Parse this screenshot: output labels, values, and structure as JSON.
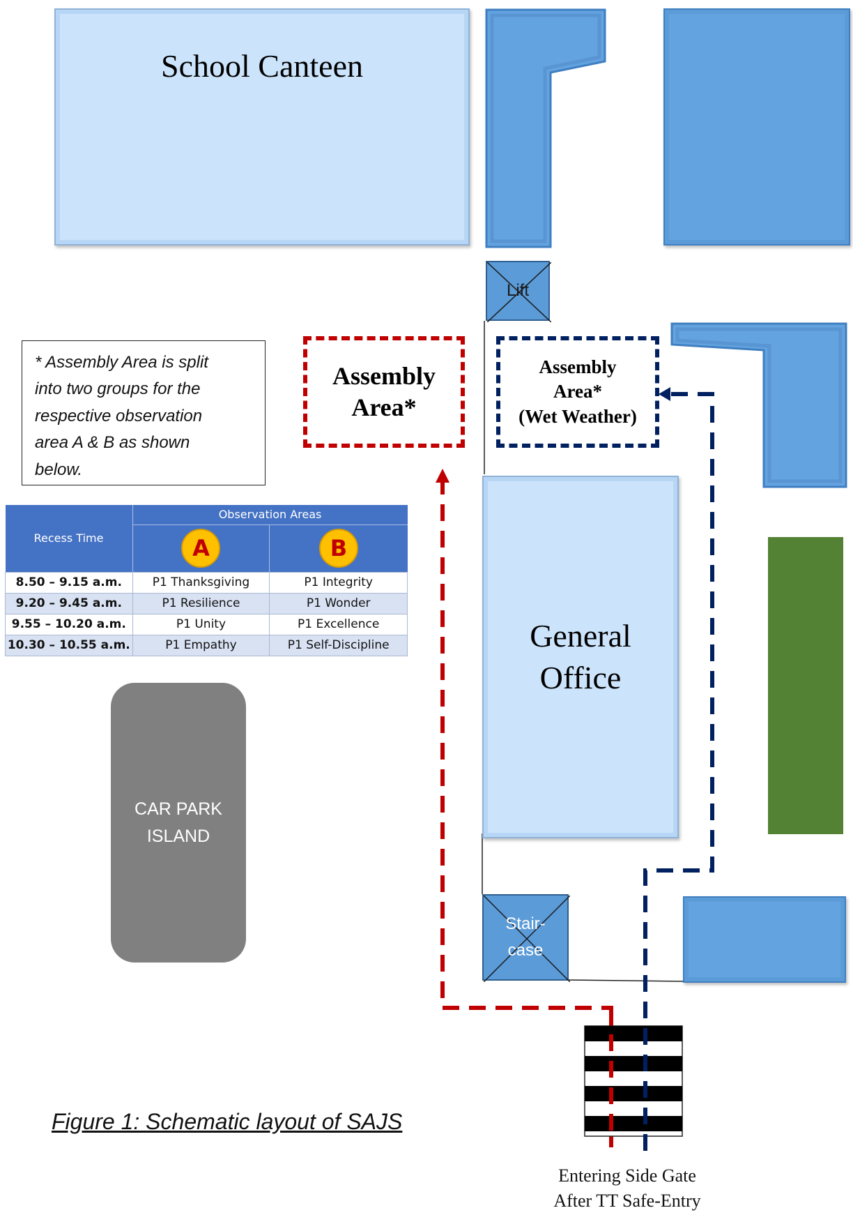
{
  "buildings": {
    "canteen": "School Canteen",
    "general_office": [
      "General",
      "Office"
    ],
    "lift": "Lift",
    "staircase": [
      "Stair-",
      "case"
    ]
  },
  "assembly_areas": {
    "main": [
      "Assembly",
      "Area*"
    ],
    "wet_weather": [
      "Assembly",
      "Area*",
      "(Wet Weather)"
    ]
  },
  "note": [
    "* Assembly Area is split",
    "into two groups for the",
    "respective observation",
    "area A & B as shown",
    "below."
  ],
  "table": {
    "recess_header": "Recess Time",
    "observation_header": "Observation Areas",
    "area_badges": [
      "A",
      "B"
    ],
    "rows": [
      {
        "time": "8.50 – 9.15 a.m.",
        "a": "P1 Thanksgiving",
        "b": "P1 Integrity"
      },
      {
        "time": "9.20 – 9.45 a.m.",
        "a": "P1 Resilience",
        "b": "P1 Wonder"
      },
      {
        "time": "9.55 – 10.20 a.m.",
        "a": "P1 Unity",
        "b": "P1 Excellence"
      },
      {
        "time": "10.30 – 10.55 a.m.",
        "a": "P1 Empathy",
        "b": "P1 Self-Discipline"
      }
    ]
  },
  "car_park": [
    "CAR PARK",
    "ISLAND"
  ],
  "caption": "Figure 1: Schematic layout of SAJS",
  "gate": [
    "Entering Side Gate",
    "After TT Safe-Entry"
  ],
  "colors": {
    "red_route": "#c00000",
    "navy_route": "#002060",
    "building_light": "#cce4fb",
    "building_blue": "#63a3e0",
    "car_park": "#808080",
    "green_strip": "#548235",
    "badge": "#ffc000"
  }
}
